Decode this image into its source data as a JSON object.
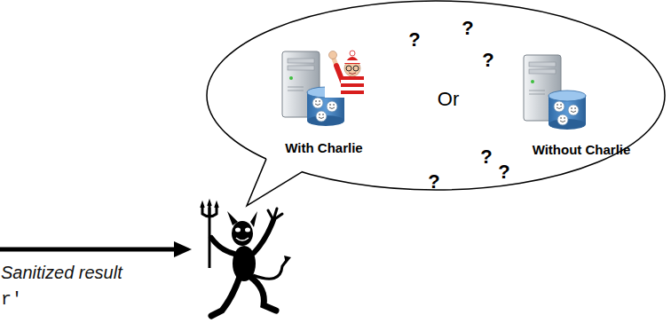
{
  "diagram": {
    "nodes": [
      {
        "text": [
          "?",
          "?",
          "?",
          "Or",
          "?",
          "?",
          "?"
        ]
      },
      {
        "text": [
          "With Charlie"
        ],
        "in": 0
      },
      {
        "text": [
          "Without Charlie"
        ],
        "in": 0
      }
    ],
    "labels": [
      "Sanitized result",
      "r'"
    ]
  }
}
